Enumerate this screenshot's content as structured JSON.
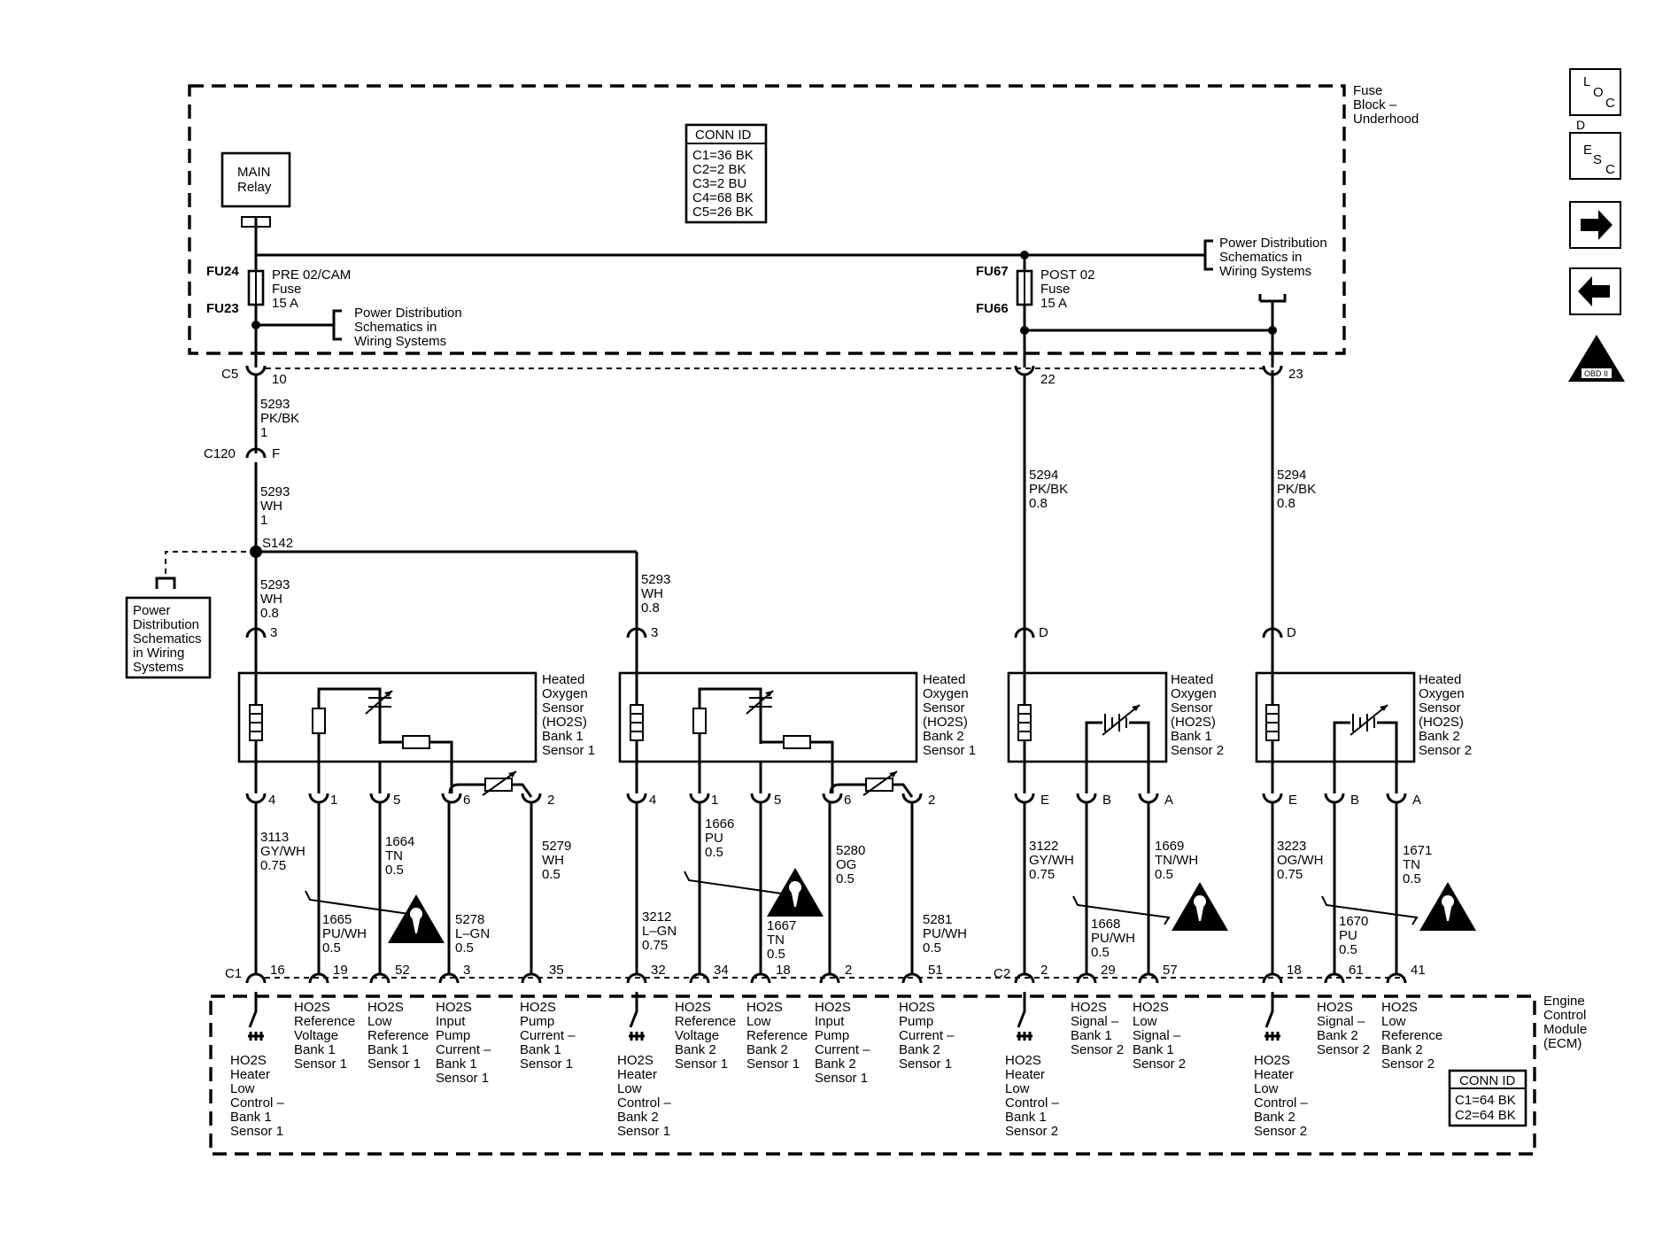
{
  "fuse_block": {
    "title": [
      "Fuse",
      "Block –",
      "Underhood"
    ],
    "conn_id": {
      "header": "CONN ID",
      "lines": [
        "C1=36 BK",
        "C2=2 BK",
        "C3=2 BU",
        "C4=68 BK",
        "C5=26 BK"
      ]
    },
    "main_relay": [
      "MAIN",
      "Relay"
    ],
    "fuse_left": {
      "top_id": "FU24",
      "bottom_id": "FU23",
      "label": [
        "PRE 02/CAM",
        "Fuse",
        "15 A"
      ]
    },
    "fuse_right": {
      "top_id": "FU67",
      "bottom_id": "FU66",
      "label": [
        "POST 02",
        "Fuse",
        "15 A"
      ]
    },
    "pds_ref_left": [
      "Power Distribution",
      "Schematics in",
      "Wiring Systems"
    ],
    "pds_ref_right": [
      "Power Distribution",
      "Schematics in",
      "Wiring Systems"
    ]
  },
  "connector_c5": {
    "name": "C5",
    "pins": [
      "10",
      "22",
      "23"
    ]
  },
  "wire_upper_left": [
    "5293",
    "PK/BK",
    "1"
  ],
  "connector_c120": {
    "name": "C120",
    "pin": "F"
  },
  "wire_mid_left": [
    "5293",
    "WH",
    "1"
  ],
  "splice": "S142",
  "pds_ref_box": [
    "Power",
    "Distribution",
    "Schematics",
    "in Wiring",
    "Systems"
  ],
  "wire_s1_feed": [
    "5293",
    "WH",
    "0.8"
  ],
  "wire_s2_feed": [
    "5293",
    "WH",
    "0.8"
  ],
  "wire_s3_feed": [
    "5294",
    "PK/BK",
    "0.8"
  ],
  "wire_s4_feed": [
    "5294",
    "PK/BK",
    "0.8"
  ],
  "sensors": [
    {
      "label": [
        "Heated",
        "Oxygen",
        "Sensor",
        "(HO2S)",
        "Bank 1",
        "Sensor 1"
      ],
      "top_pin": "3",
      "pins": [
        "4",
        "1",
        "5",
        "6",
        "2"
      ]
    },
    {
      "label": [
        "Heated",
        "Oxygen",
        "Sensor",
        "(HO2S)",
        "Bank 2",
        "Sensor 1"
      ],
      "top_pin": "3",
      "pins": [
        "4",
        "1",
        "5",
        "6",
        "2"
      ]
    },
    {
      "label": [
        "Heated",
        "Oxygen",
        "Sensor",
        "(HO2S)",
        "Bank 1",
        "Sensor 2"
      ],
      "top_pin": "D",
      "pins": [
        "E",
        "B",
        "A"
      ]
    },
    {
      "label": [
        "Heated",
        "Oxygen",
        "Sensor",
        "(HO2S)",
        "Bank 2",
        "Sensor 2"
      ],
      "top_pin": "D",
      "pins": [
        "E",
        "B",
        "A"
      ]
    }
  ],
  "wires": {
    "w3113": [
      "3113",
      "GY/WH",
      "0.75"
    ],
    "w1665": [
      "1665",
      "PU/WH",
      "0.5"
    ],
    "w1664": [
      "1664",
      "TN",
      "0.5"
    ],
    "w5278": [
      "5278",
      "L–GN",
      "0.5"
    ],
    "w5279": [
      "5279",
      "WH",
      "0.5"
    ],
    "w3212": [
      "3212",
      "L–GN",
      "0.75"
    ],
    "w1666": [
      "1666",
      "PU",
      "0.5"
    ],
    "w1667": [
      "1667",
      "TN",
      "0.5"
    ],
    "w5280": [
      "5280",
      "OG",
      "0.5"
    ],
    "w5281": [
      "5281",
      "PU/WH",
      "0.5"
    ],
    "w3122": [
      "3122",
      "GY/WH",
      "0.75"
    ],
    "w1668": [
      "1668",
      "PU/WH",
      "0.5"
    ],
    "w1669": [
      "1669",
      "TN/WH",
      "0.5"
    ],
    "w3223": [
      "3223",
      "OG/WH",
      "0.75"
    ],
    "w1670": [
      "1670",
      "PU",
      "0.5"
    ],
    "w1671": [
      "1671",
      "TN",
      "0.5"
    ]
  },
  "ecm": {
    "title": [
      "Engine",
      "Control",
      "Module",
      "(ECM)"
    ],
    "c1_name": "C1",
    "c2_name": "C2",
    "c1_pins": [
      "16",
      "19",
      "52",
      "3",
      "35",
      "32",
      "34",
      "18",
      "2",
      "51"
    ],
    "c2_pins": [
      "2",
      "29",
      "57",
      "18",
      "61",
      "41"
    ],
    "conn_id": {
      "header": "CONN ID",
      "lines": [
        "C1=64 BK",
        "C2=64 BK"
      ]
    },
    "labels": {
      "l16": [
        "HO2S",
        "Heater",
        "Low",
        "Control –",
        "Bank 1",
        "Sensor 1"
      ],
      "l19": [
        "HO2S",
        "Reference",
        "Voltage",
        "Bank 1",
        "Sensor 1"
      ],
      "l52": [
        "HO2S",
        "Low",
        "Reference",
        "Bank 1",
        "Sensor 1"
      ],
      "l3": [
        "HO2S",
        "Input",
        "Pump",
        "Current –",
        "Bank 1",
        "Sensor 1"
      ],
      "l35": [
        "HO2S",
        "Pump",
        "Current –",
        "Bank 1",
        "Sensor 1"
      ],
      "l32": [
        "HO2S",
        "Heater",
        "Low",
        "Control –",
        "Bank 2",
        "Sensor 1"
      ],
      "l34": [
        "HO2S",
        "Reference",
        "Voltage",
        "Bank 2",
        "Sensor 1"
      ],
      "l18": [
        "HO2S",
        "Low",
        "Reference",
        "Bank 2",
        "Sensor 1"
      ],
      "l2": [
        "HO2S",
        "Input",
        "Pump",
        "Current –",
        "Bank 2",
        "Sensor 1"
      ],
      "l51": [
        "HO2S",
        "Pump",
        "Current –",
        "Bank 2",
        "Sensor 1"
      ],
      "c2_2": [
        "HO2S",
        "Heater",
        "Low",
        "Control –",
        "Bank 1",
        "Sensor 2"
      ],
      "c2_29": [
        "HO2S",
        "Signal –",
        "Bank 1",
        "Sensor 2"
      ],
      "c2_57": [
        "HO2S",
        "Low",
        "Signal –",
        "Bank 1",
        "Sensor 2"
      ],
      "c2_18": [
        "HO2S",
        "Heater",
        "Low",
        "Control –",
        "Bank 2",
        "Sensor 2"
      ],
      "c2_61": [
        "HO2S",
        "Signal –",
        "Bank 2",
        "Sensor 2"
      ],
      "c2_41": [
        "HO2S",
        "Low",
        "Reference",
        "Bank 2",
        "Sensor 2"
      ]
    }
  },
  "nav": {
    "loc": [
      "L",
      "O",
      "C"
    ],
    "d_label": "D",
    "esc": [
      "E",
      "S",
      "C"
    ],
    "obd_numeral": "II",
    "obd_label": "OBD II",
    "forward_arrow": "➔",
    "back_arrow": "←"
  },
  "warning_icon": "!"
}
